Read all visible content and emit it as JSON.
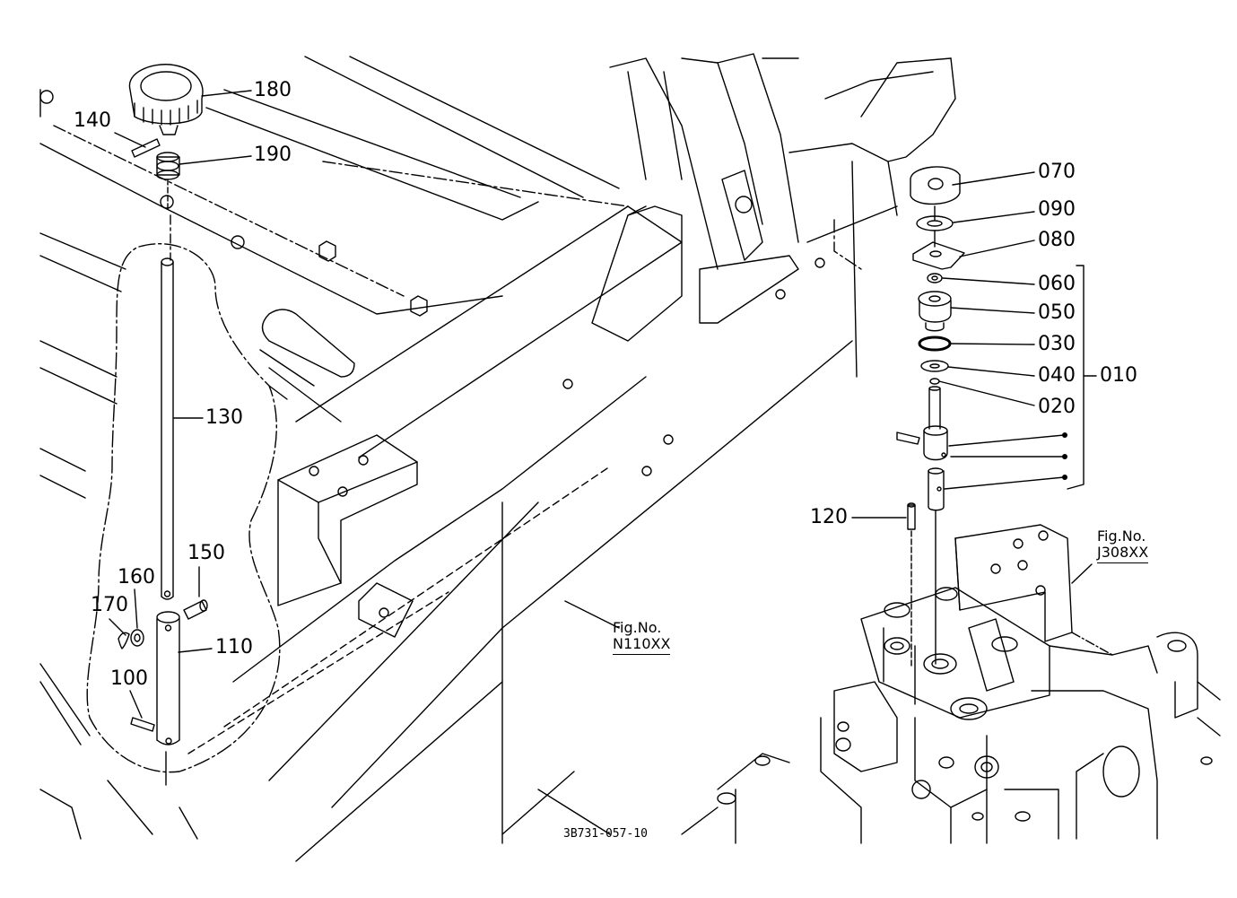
{
  "parts": [
    {
      "id": "p180",
      "number": "180"
    },
    {
      "id": "p140",
      "number": "140"
    },
    {
      "id": "p190",
      "number": "190"
    },
    {
      "id": "p130",
      "number": "130"
    },
    {
      "id": "p150",
      "number": "150"
    },
    {
      "id": "p160",
      "number": "160"
    },
    {
      "id": "p170",
      "number": "170"
    },
    {
      "id": "p110",
      "number": "110"
    },
    {
      "id": "p100",
      "number": "100"
    },
    {
      "id": "p070",
      "number": "070"
    },
    {
      "id": "p090",
      "number": "090"
    },
    {
      "id": "p080",
      "number": "080"
    },
    {
      "id": "p060",
      "number": "060"
    },
    {
      "id": "p050",
      "number": "050"
    },
    {
      "id": "p030",
      "number": "030"
    },
    {
      "id": "p040",
      "number": "040"
    },
    {
      "id": "p010",
      "number": "010"
    },
    {
      "id": "p020",
      "number": "020"
    },
    {
      "id": "p120",
      "number": "120"
    }
  ],
  "references": {
    "n110": {
      "label": "Fig.No.",
      "number": "N110XX"
    },
    "j308": {
      "label": "Fig.No.",
      "number": "J308XX"
    }
  },
  "drawing_code": "3B731-057-10"
}
